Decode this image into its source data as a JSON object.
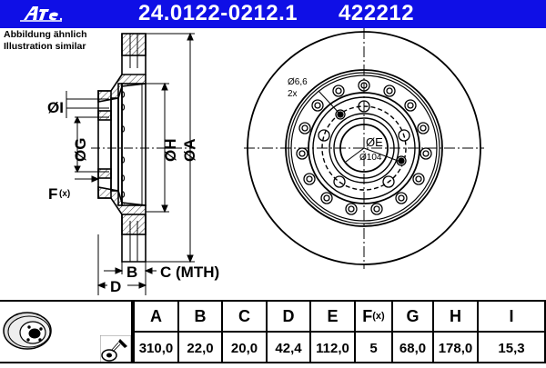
{
  "header": {
    "brand": "Ate",
    "part_number": "24.0122-0212.1",
    "reference_number": "422212",
    "background_color": "#0f0fe6",
    "text_color": "#ffffff"
  },
  "note": {
    "line1": "Abbildung ähnlich",
    "line2": "Illustration similar"
  },
  "drawing": {
    "side_view_labels": {
      "dia_I": "ØI",
      "dia_G": "ØG",
      "dia_H": "ØH",
      "dia_A": "ØA",
      "F": "F",
      "F_sub": "(x)",
      "B": "B",
      "C": "C (MTH)",
      "D": "D"
    },
    "front_view_labels": {
      "hole_dia": "Ø6,6",
      "hole_count": "2x",
      "dia_E": "ØE",
      "pcd": "Ø104"
    }
  },
  "table": {
    "columns": [
      {
        "label": "A",
        "value": "310,0"
      },
      {
        "label": "B",
        "value": "22,0"
      },
      {
        "label": "C",
        "value": "20,0"
      },
      {
        "label": "D",
        "value": "42,4"
      },
      {
        "label": "E",
        "value": "112,0"
      },
      {
        "label": "F",
        "label_sub": "(x)",
        "value": "5"
      },
      {
        "label": "G",
        "value": "68,0"
      },
      {
        "label": "H",
        "value": "178,0"
      },
      {
        "label": "I",
        "value": "15,3"
      }
    ]
  }
}
